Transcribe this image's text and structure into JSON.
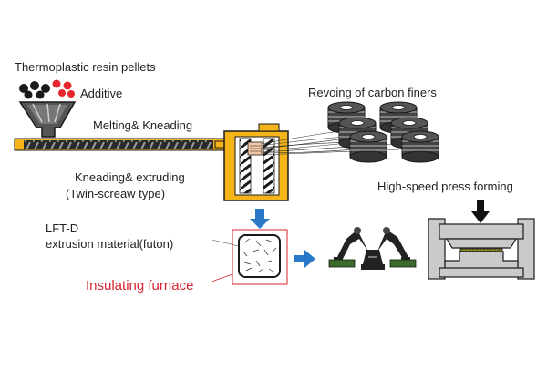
{
  "labels": {
    "pellets": "Thermoplastic resin pellets",
    "additive": "Additive",
    "melting": "Melting& Kneading",
    "carbon": "Revoing of carbon finers",
    "kneading_line1": "Kneading& extruding",
    "kneading_line2": "(Twin-screaw type)",
    "press": "High-speed press forming",
    "lft_line1": "LFT-D",
    "lft_line2": "extrusion material(futon)",
    "furnace": "Insulating furnace"
  },
  "colors": {
    "text": "#222222",
    "accent_red": "#d9232e",
    "additive_red": "#e8262d",
    "extruder_yellow": "#f5b41a",
    "arrow_blue": "#2a78c8",
    "robot_base_green": "#3b6b2a",
    "press_gray": "#c9cacb",
    "molded_part": "#8a8a20"
  },
  "icons": [
    "pellet-hopper-icon",
    "extruder-screw-icon",
    "carbon-fiber-roll-icon",
    "twin-screw-icon",
    "extrusion-material-icon",
    "robot-arm-icon",
    "press-mold-icon"
  ]
}
